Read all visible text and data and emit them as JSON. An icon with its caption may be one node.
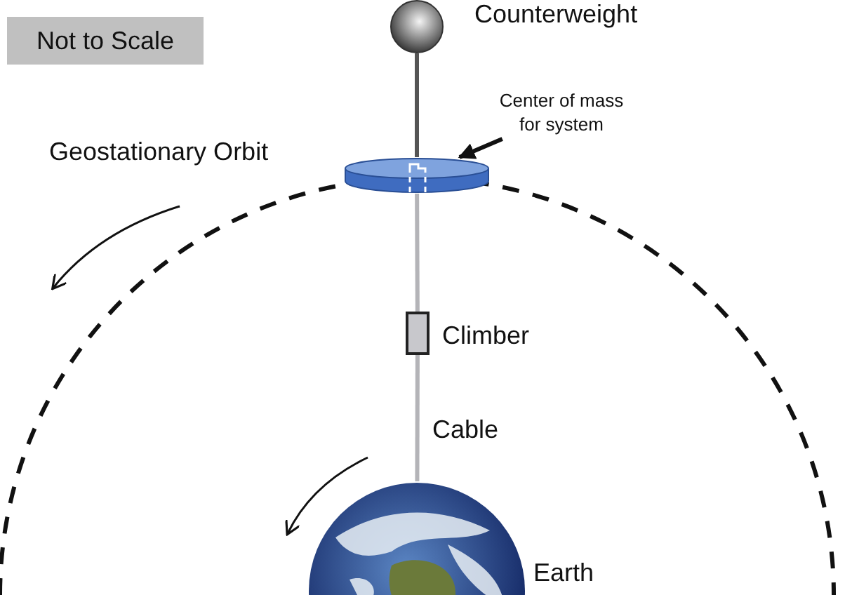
{
  "diagram": {
    "nodes": [
      {
        "text": [
          "Not to Scale"
        ]
      },
      {
        "text": [],
        "shape": "circle",
        "beside": [
          "Counterweight"
        ]
      },
      {
        "text": [
          "Center of mass for system"
        ]
      },
      {
        "text": [],
        "shape": "cylinder"
      },
      {
        "text": [],
        "shape": "box",
        "beside": [
          "Climber"
        ]
      },
      {
        "text": [],
        "shape": "picture",
        "beside": [
          "Earth"
        ]
      }
    ],
    "edges": [
      {
        "from": 1,
        "to": 3,
        "arrow": "none",
        "color": "#555555"
      },
      {
        "from": 3,
        "to": 4,
        "arrow": "none"
      },
      {
        "from": 4,
        "to": 5,
        "arrow": "none"
      },
      {
        "from": 2,
        "to": 3,
        "arrow": "to",
        "color": "#111111"
      }
    ],
    "labels": [
      "Geostationary Orbit",
      "Cable"
    ]
  }
}
